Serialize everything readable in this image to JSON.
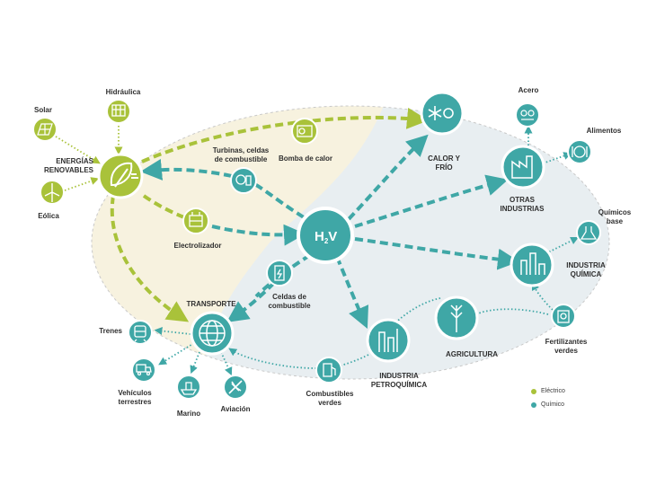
{
  "colors": {
    "electric": "#a9c23a",
    "chemical": "#3fa7a6",
    "yellow_bg": "#f7f2df",
    "blue_bg": "#e8eef1"
  },
  "nodes": {
    "renovables": "ENERGÍAS\nRENOVABLES",
    "hidraulica": "Hidráulica",
    "solar": "Solar",
    "eolica": "Eólica",
    "turbinas": "Turbinas, celdas\nde combustible",
    "bomba": "Bomba de calor",
    "electrolizador": "Electrolizador",
    "h2v_main": "H",
    "h2v_sub": "2",
    "h2v_end": "V",
    "calor": "CALOR Y\nFRÍO",
    "acero": "Acero",
    "alimentos": "Alimentos",
    "otras": "OTRAS\nINDUSTRIAS",
    "quimicos_base": "Químicos\nbase",
    "industria_quimica": "INDUSTRIA\nQUÍMICA",
    "fertilizantes": "Fertilizantes\nverdes",
    "agricultura": "AGRICULTURA",
    "petroquimica": "INDUSTRIA\nPETROQUÍMICA",
    "combustibles": "Combustibles\nverdes",
    "celdas": "Celdas de\ncombustible",
    "transporte": "TRANSPORTE",
    "trenes": "Trenes",
    "vehiculos": "Vehículos\nterrestres",
    "marino": "Marino",
    "aviacion": "Aviación"
  },
  "legend": {
    "electric": "Eléctrico",
    "chemical": "Químico"
  },
  "icons": {
    "renovables": "plug-leaf-icon",
    "hidraulica": "dam-icon",
    "solar": "solar-panel-icon",
    "eolica": "wind-turbine-icon",
    "turbinas": "fuel-cell-turbine-icon",
    "bomba": "heat-pump-icon",
    "electrolizador": "electrolyzer-icon",
    "calor": "snowflake-sun-icon",
    "acero": "steel-icon",
    "alimentos": "food-icon",
    "otras": "factory-icon",
    "quimicos_base": "flask-icon",
    "industria_quimica": "chemical-plant-icon",
    "fertilizantes": "fertilizer-icon",
    "agricultura": "wheat-icon",
    "petroquimica": "refinery-icon",
    "combustibles": "fuel-pump-icon",
    "celdas": "battery-cell-icon",
    "transporte": "globe-icon",
    "trenes": "train-icon",
    "vehiculos": "truck-icon",
    "marino": "ship-icon",
    "aviacion": "airplane-icon"
  }
}
